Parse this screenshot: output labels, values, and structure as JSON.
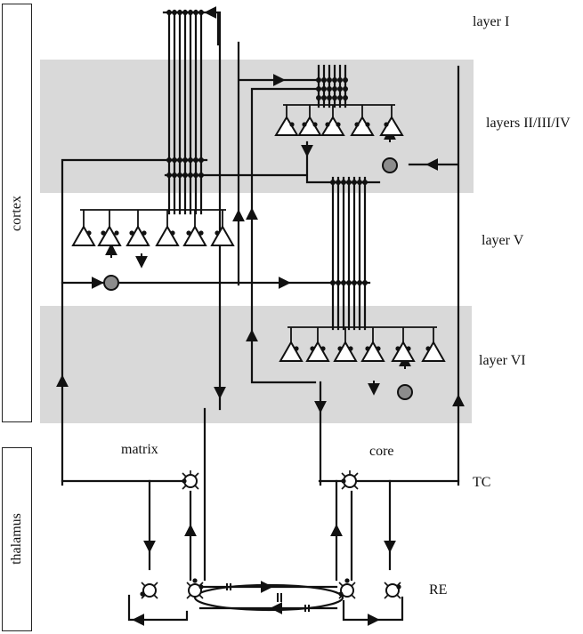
{
  "side_labels": {
    "cortex": "cortex",
    "thalamus": "thalamus"
  },
  "layer_labels": {
    "layer1": "layer I",
    "layer234": "layers II/III/IV",
    "layer5": "layer V",
    "layer6": "layer VI"
  },
  "nucleus_labels": {
    "matrix": "matrix",
    "core": "core",
    "tc": "TC",
    "re": "RE"
  },
  "colors": {
    "band": "#d9d9d9",
    "line": "#111111",
    "interneuron": "#8c8c8c"
  }
}
